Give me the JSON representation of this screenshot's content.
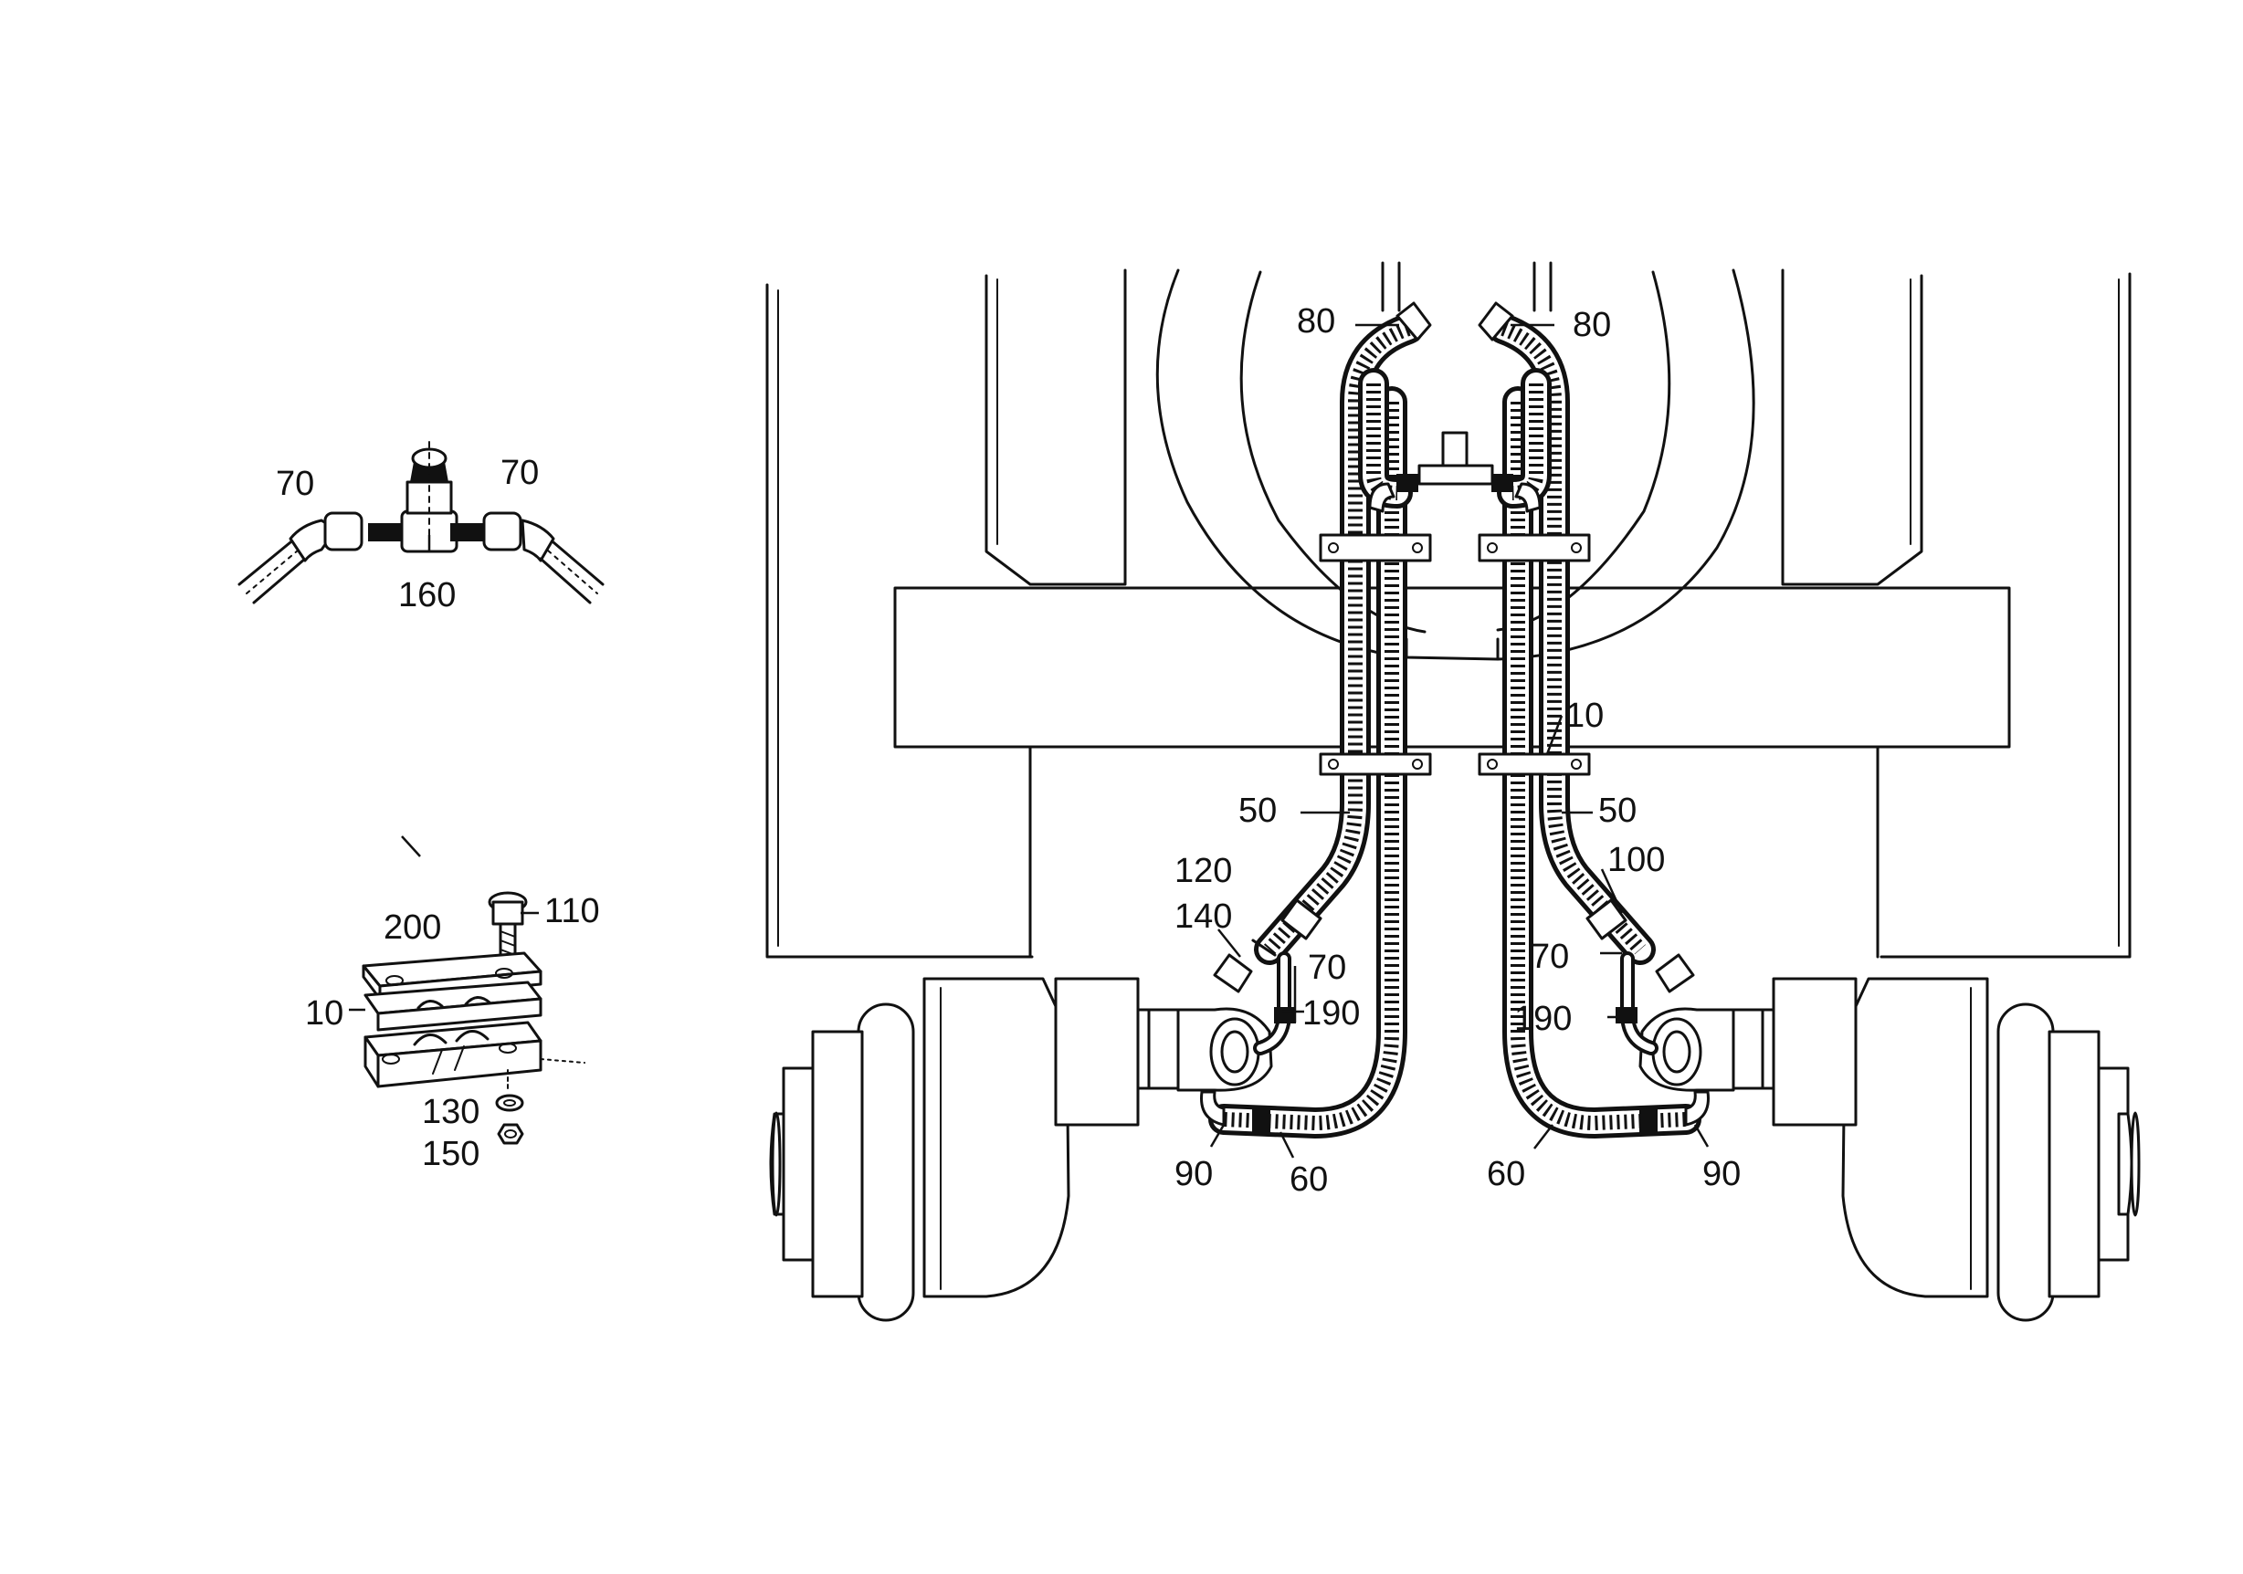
{
  "callouts": {
    "tee_left_70": "70",
    "tee_right_70": "70",
    "tee_160": "160",
    "clamp_200": "200",
    "clamp_110": "110",
    "clamp_10": "10",
    "clamp_130": "130",
    "clamp_150": "150",
    "main_80_left": "80",
    "main_80_right": "80",
    "main_10": "10",
    "main_50_left": "50",
    "main_50_right": "50",
    "main_120": "120",
    "main_140": "140",
    "main_70_left": "70",
    "main_190_left": "190",
    "main_100": "100",
    "main_70_right": "70",
    "main_190_right": "190",
    "main_90_left": "90",
    "main_60_left": "60",
    "main_60_right": "60",
    "main_90_right": "90"
  }
}
